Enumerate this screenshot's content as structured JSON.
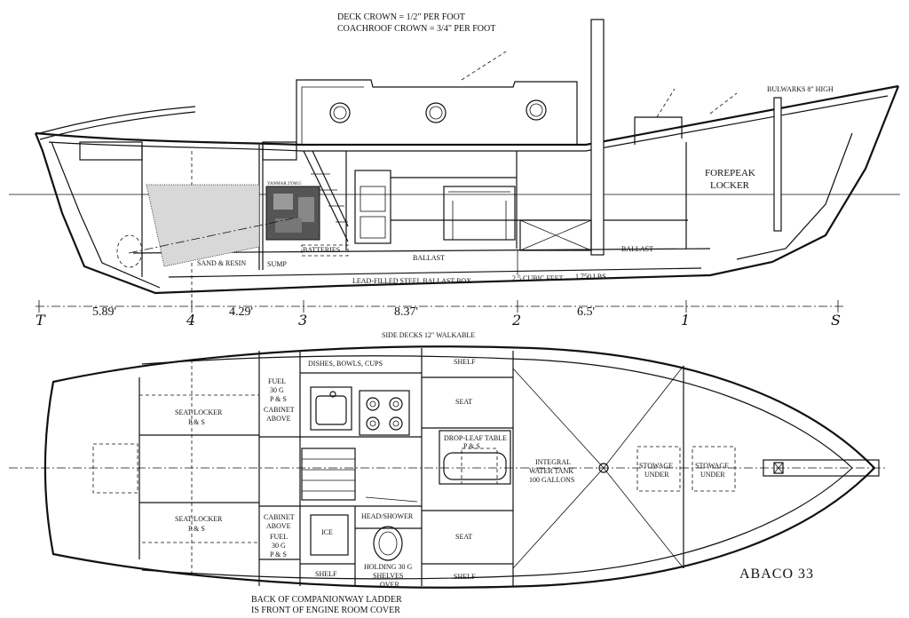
{
  "notes": {
    "deck_crown": "DECK CROWN = 1/2\" PER FOOT",
    "coachroof_crown": "COACHROOF CROWN = 3/4\" PER FOOT",
    "bulwarks": "BULWARKS 8\" HIGH",
    "side_decks": "SIDE DECKS 12\" WALKABLE",
    "ladder_line1": "BACK OF COMPANIONWAY LADDER",
    "ladder_line2": "IS FRONT OF ENGINE ROOM COVER"
  },
  "title": "ABACO 33",
  "profile": {
    "forepeak1": "FOREPEAK",
    "forepeak2": "LOCKER",
    "engine": "YANMAR 2YM15",
    "batteries": "BATTERIES",
    "sand": "SAND & RESIN",
    "sump": "SUMP",
    "ballast_aft": "BALLAST",
    "ballast_fwd": "BALLAST",
    "ballast_box": "LEAD-FILLED STEEL BALLAST BOX",
    "ballast_volume": "2.5 CUBIC FEET",
    "ballast_weight": "1,750 LBS"
  },
  "stations": {
    "labels": [
      "T",
      "4",
      "3",
      "2",
      "1",
      "S"
    ],
    "spacings": [
      "5.89'",
      "4.29'",
      "8.37'",
      "6.5'"
    ]
  },
  "plan": {
    "seat_locker_top": [
      "SEAT/LOCKER",
      "P & S"
    ],
    "seat_locker_bottom": [
      "SEAT/LOCKER",
      "P & S"
    ],
    "fuel_top": [
      "FUEL",
      "30 G",
      "P & S"
    ],
    "cabinet_above_top": [
      "CABINET",
      "ABOVE"
    ],
    "cabinet_above_bottom": [
      "CABINET",
      "ABOVE"
    ],
    "fuel_bottom": [
      "FUEL",
      "30 G",
      "P & S"
    ],
    "dishes": "DISHES, BOWLS, CUPS",
    "shelf_top": "SHELF",
    "seat_top": "SEAT",
    "drop_leaf": "DROP-LEAF TABLE",
    "drop_leaf_ps": "P & S",
    "water_tank": [
      "INTEGRAL",
      "WATER TANK",
      "100 GALLONS"
    ],
    "stowage1": [
      "STOWAGE",
      "UNDER"
    ],
    "stowage2": [
      "STOWAGE",
      "UNDER"
    ],
    "ice": "ICE",
    "head": "HEAD/SHOWER",
    "seat_bottom": "SEAT",
    "shelf_bottom_left": "SHELF",
    "holding": [
      "HOLDING 30 G",
      "SHELVES",
      "OVER"
    ],
    "shelf_bottom_right": "SHELF"
  }
}
